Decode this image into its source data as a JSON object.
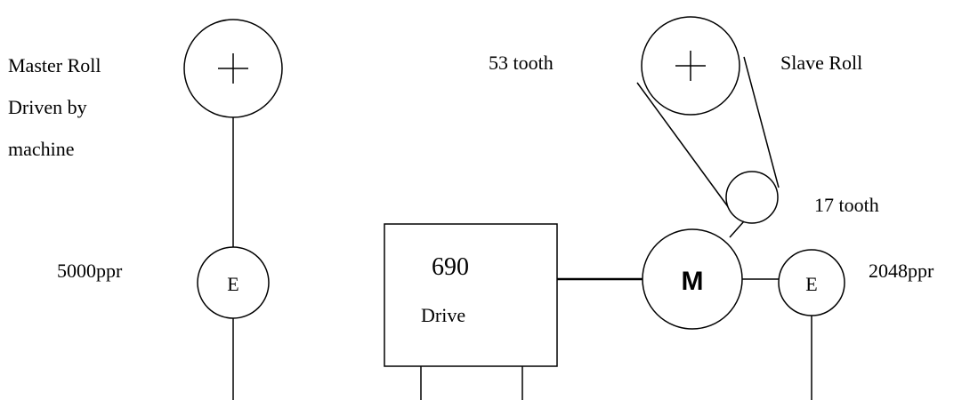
{
  "labels": {
    "master_roll_line1": "Master Roll",
    "master_roll_line2": "Driven by",
    "master_roll_line3": "machine",
    "master_encoder_ppr": "5000ppr",
    "slave_teeth": "53 tooth",
    "slave_roll": "Slave Roll",
    "motor_pulley_teeth": "17 tooth",
    "slave_encoder_ppr": "2048ppr",
    "drive_number": "690",
    "drive_text": "Drive",
    "motor_letter": "M",
    "master_encoder_letter": "E",
    "slave_encoder_letter": "E"
  },
  "icons": {
    "master_roll": "plus-icon",
    "slave_roll": "plus-icon"
  },
  "colors": {
    "line": "#000000",
    "background": "#ffffff"
  }
}
